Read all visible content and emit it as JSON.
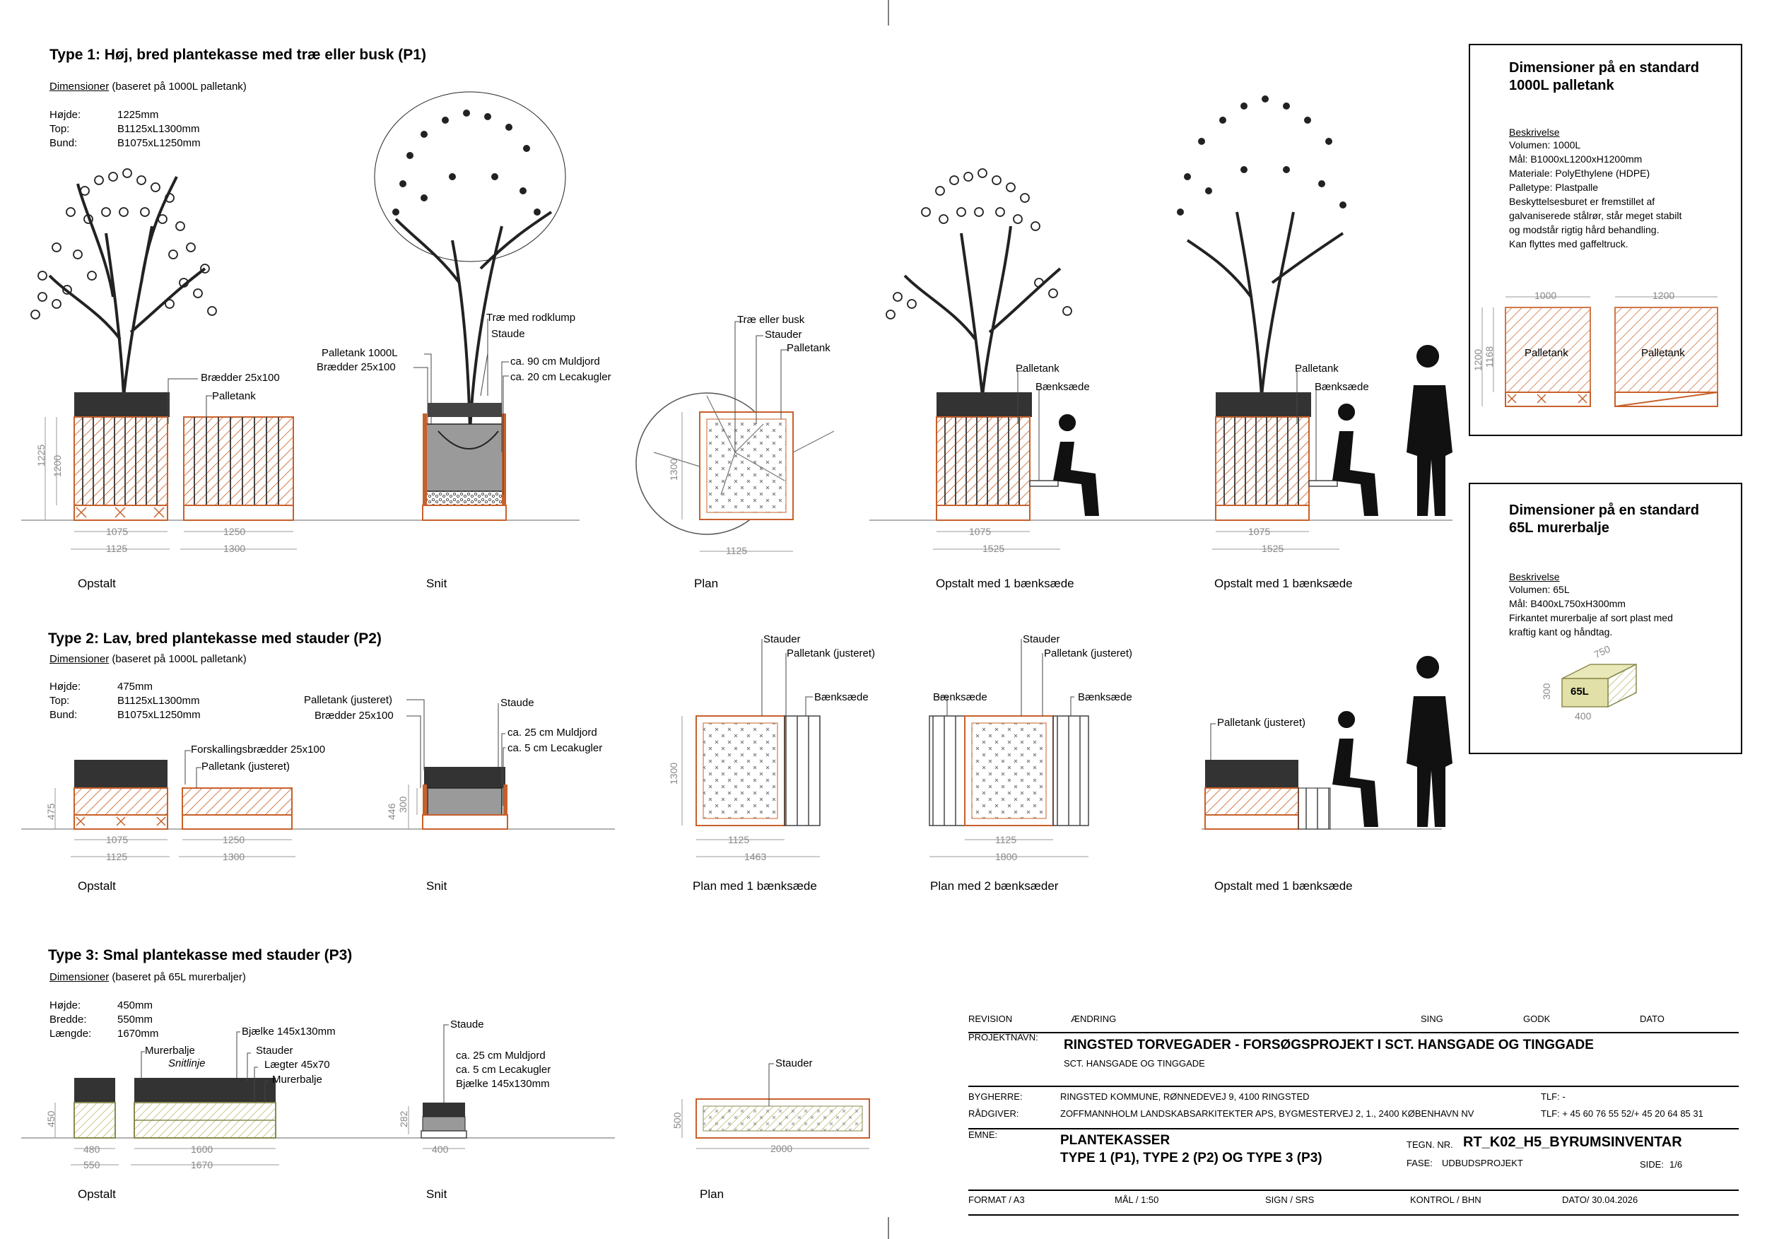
{
  "type1": {
    "title": "Type 1: Høj, bred plantekasse med træ eller busk (P1)",
    "dim_label": "Dimensioner",
    "dim_note": "(baseret på 1000L palletank)",
    "rows": [
      {
        "k": "Højde:",
        "v": "1225mm"
      },
      {
        "k": "Top:",
        "v": "B1125xL1300mm"
      },
      {
        "k": "Bund:",
        "v": "B1075xL1250mm"
      }
    ],
    "labels": {
      "braedder": "Brædder 25x100",
      "palletank": "Palletank",
      "trae_rodklump": "Træ med rodklump",
      "staude": "Staude",
      "palletank1000": "Palletank 1000L",
      "braedder2": "Brædder 25x100",
      "muldjord": "ca. 90 cm Muldjord",
      "leca": "ca. 20 cm Lecakugler",
      "plan_trae": "Træ eller busk",
      "plan_staude": "Stauder",
      "plan_palletank": "Palletank",
      "bench_palletank1": "Palletank",
      "bench_saede1": "Bænksæde",
      "bench_palletank2": "Palletank",
      "bench_saede2": "Bænksæde"
    },
    "dims": {
      "h1225": "1225",
      "h1200": "1200",
      "w1075": "1075",
      "w1125": "1125",
      "w1250": "1250",
      "w1300": "1300",
      "p1300": "1300",
      "p1125": "1125",
      "b1075": "1075",
      "b1525": "1525",
      "c1075": "1075",
      "c1525": "1525"
    },
    "captions": [
      "Opstalt",
      "Snit",
      "Plan",
      "Opstalt med 1 bænksæde",
      "Opstalt med 1 bænksæde"
    ]
  },
  "type2": {
    "title": "Type 2: Lav, bred plantekasse med stauder (P2)",
    "dim_label": "Dimensioner",
    "dim_note": "(baseret på 1000L palletank)",
    "rows": [
      {
        "k": "Højde:",
        "v": "475mm"
      },
      {
        "k": "Top:",
        "v": "B1125xL1300mm"
      },
      {
        "k": "Bund:",
        "v": "B1075xL1250mm"
      }
    ],
    "labels": {
      "forskalling": "Forskallingsbrædder 25x100",
      "palletank_just": "Palletank (justeret)",
      "palletank_just2": "Palletank  (justeret)",
      "braedder": "Brædder 25x100",
      "staude": "Staude",
      "muldjord": "ca. 25 cm Muldjord",
      "leca": "ca. 5 cm Lecakugler",
      "plan1_stauder": "Stauder",
      "plan1_palletank": "Palletank (justeret)",
      "plan1_saede": "Bænksæde",
      "plan2_stauder": "Stauder",
      "plan2_palletank": "Palletank (justeret)",
      "plan2_saede_l": "Bænksæde",
      "plan2_saede_r": "Bænksæde",
      "opst_palletank": "Palletank (justeret)"
    },
    "dims": {
      "h475": "475",
      "w1075": "1075",
      "w1125": "1125",
      "w1250": "1250",
      "w1300": "1300",
      "h446": "446",
      "h300": "300",
      "p1300": "1300",
      "p1125": "1125",
      "p1463": "1463",
      "q1125": "1125",
      "q1800": "1800"
    },
    "captions": [
      "Opstalt",
      "Snit",
      "Plan med 1 bænksæde",
      "Plan med 2 bænksæder",
      "Opstalt med 1 bænksæde"
    ]
  },
  "type3": {
    "title": "Type 3: Smal plantekasse med stauder (P3)",
    "dim_label": "Dimensioner",
    "dim_note": "(baseret på 65L murerbaljer)",
    "rows": [
      {
        "k": "Højde:",
        "v": "450mm"
      },
      {
        "k": "Bredde:",
        "v": "550mm"
      },
      {
        "k": "Længde:",
        "v": "1670mm"
      }
    ],
    "labels": {
      "murerbalje": "Murerbalje",
      "snitlinje": "Snitlinje",
      "bjaelke": "Bjælke 145x130mm",
      "stauder": "Stauder",
      "laegter": "Lægter 45x70",
      "murerbalje2": "Murerbalje",
      "snit_staude": "Staude",
      "snit_muld": "ca. 25 cm Muldjord",
      "snit_leca": "ca. 5 cm Lecakugler",
      "snit_bjaelke": "Bjælke 145x130mm",
      "plan_stauder": "Stauder"
    },
    "dims": {
      "h450": "450",
      "w480": "480",
      "w550": "550",
      "w1600": "1600",
      "w1670": "1670",
      "h282": "282",
      "w400": "400",
      "p500": "500",
      "p2000": "2000"
    },
    "captions": [
      "Opstalt",
      "Snit",
      "Plan"
    ]
  },
  "box1000": {
    "title_1": "Dimensioner på en standard",
    "title_2": "1000L palletank",
    "heading": "Beskrivelse",
    "lines": [
      "Volumen: 1000L",
      "Mål: B1000xL1200xH1200mm",
      "Materiale: PolyEthylene (HDPE)",
      "Palletype: Plastpalle",
      "Beskyttelsesburet er fremstillet af",
      "galvaniserede stålrør, står meget stabilt",
      "og modstår rigtig hård behandling.",
      "Kan flyttes med gaffeltruck."
    ],
    "dim1000": "1000",
    "dim1200": "1200",
    "dim1200v": "1200",
    "dim1168": "1168",
    "tank_a": "Palletank",
    "tank_b": "Palletank"
  },
  "box65": {
    "title_1": "Dimensioner på en standard",
    "title_2": "65L murerbalje",
    "heading": "Beskrivelse",
    "lines": [
      "Volumen: 65L",
      "Mål: B400xL750xH300mm",
      "Firkantet murerbalje af sort plast med",
      "kraftig kant og håndtag."
    ],
    "d750": "750",
    "d300": "300",
    "d400": "400",
    "tag": "65L"
  },
  "titleblock": {
    "revision": "REVISION",
    "aendring": "ÆNDRING",
    "sing": "SING",
    "godk": "GODK",
    "dato": "DATO",
    "projektnavn_k": "PROJEKTNAVN:",
    "projektnavn": "RINGSTED TORVEGADER - FORSØGSPROJEKT I SCT. HANSGADE OG TINGGADE",
    "projekt_sub": "SCT. HANSGADE OG TINGGADE",
    "bygherre_k": "BYGHERRE:",
    "bygherre": "RINGSTED KOMMUNE, RØNNEDEVEJ 9, 4100 RINGSTED",
    "bygherre_tlf": "TLF: -",
    "raadgiver_k": "RÅDGIVER:",
    "raadgiver": "ZOFFMANNHOLM LANDSKABSARKITEKTER APS, BYGMESTERVEJ 2, 1., 2400 KØBENHAVN NV",
    "raadgiver_tlf": "TLF: + 45 60 76 55 52/+ 45 20 64 85 31",
    "emne_k": "EMNE:",
    "emne_1": "PLANTEKASSER",
    "emne_2": "TYPE 1 (P1), TYPE 2 (P2) OG TYPE 3 (P3)",
    "tegn_k": "TEGN. NR.",
    "tegn": "RT_K02_H5_BYRUMSINVENTAR",
    "fase_k": "FASE:",
    "fase": "UDBUDSPROJEKT",
    "side_k": "SIDE:",
    "side": "1/6",
    "format": "FORMAT / A3",
    "maal": "MÅL / 1:50",
    "sign": "SIGN / SRS",
    "kontrol": "KONTROL / BHN",
    "dato2": "DATO/ 30.04.2026"
  },
  "colors": {
    "timber": "#c8602a",
    "timber_fill": "#f7e6dc",
    "soil": "#888888",
    "yellow": "#d8d8a0"
  }
}
